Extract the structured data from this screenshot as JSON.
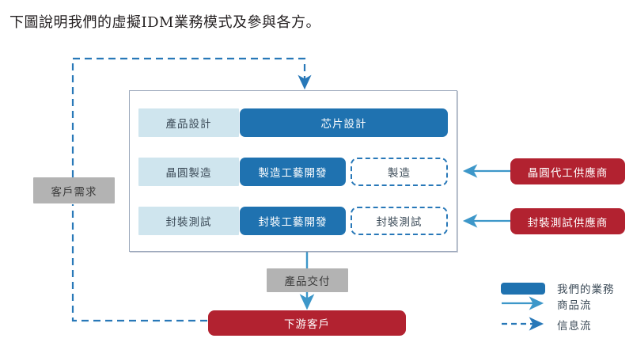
{
  "caption": "下圖說明我們的虛擬IDM業務模式及參與各方。",
  "colors": {
    "blue": "#1f72b0",
    "light_blue": "#cfe5ee",
    "red": "#b22230",
    "gray": "#b3b3b3",
    "arrow_blue": "#3d97c9",
    "dashed_blue": "#2878b8",
    "container_border": "#9aa7bb"
  },
  "diagram": {
    "customer_demand": {
      "label": "客戶需求"
    },
    "rows": [
      {
        "stage": {
          "label": "產品設計"
        },
        "our_work": {
          "label": "芯片設計"
        },
        "outsourced": null
      },
      {
        "stage": {
          "label": "晶圓製造"
        },
        "our_work": {
          "label": "製造工藝開發"
        },
        "outsourced": {
          "label": "製造"
        }
      },
      {
        "stage": {
          "label": "封裝測試"
        },
        "our_work": {
          "label": "封裝工藝開發"
        },
        "outsourced": {
          "label": "封裝測試"
        }
      }
    ],
    "suppliers": [
      {
        "label": "晶圓代工供應商"
      },
      {
        "label": "封裝測試供應商"
      }
    ],
    "product_delivery": {
      "label": "產品交付"
    },
    "downstream_customer": {
      "label": "下游客戶"
    }
  },
  "legend": {
    "items": [
      {
        "label": "我們的業務",
        "type": "swatch"
      },
      {
        "label": "商品流",
        "type": "solid-arrow"
      },
      {
        "label": "信息流",
        "type": "dashed-arrow"
      }
    ]
  }
}
